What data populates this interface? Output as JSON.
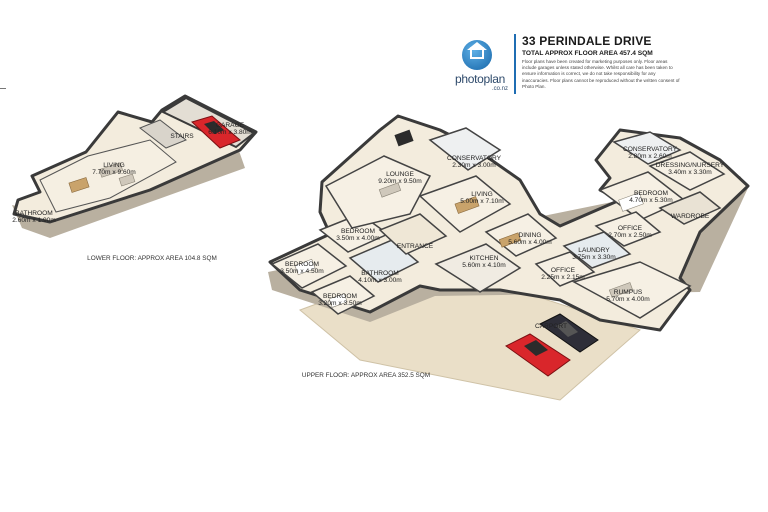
{
  "header": {
    "address": "33 PERINDALE DRIVE",
    "total_area": "TOTAL APPROX FLOOR AREA 457.4 SQM",
    "disclaimer": "Floor plans have been created for marketing purposes only. Floor areas include garages unless stated otherwise. Whilst all care has been taken to ensure information is correct, we do not take responsibility for any inaccuracies. Floor plans cannot be reproduced without the written consent of Photo Plan.",
    "brand": "photoplan",
    "brand_sub": ".co.nz",
    "logo_icon": "house-icon"
  },
  "colors": {
    "wall": "#3a3a3a",
    "floor": "#f3ecdd",
    "deck": "#e8dcc4",
    "accent": "#1f6db3"
  },
  "lower_floor": {
    "caption": "LOWER FLOOR: APPROX AREA 104.8 SQM",
    "rooms": [
      {
        "name": "GARAGE",
        "dims": "6.10m x 3.80m"
      },
      {
        "name": "STAIRS",
        "dims": ""
      },
      {
        "name": "LIVING",
        "dims": "7.70m x 9.60m"
      },
      {
        "name": "BATHROOM",
        "dims": "2.60m x 1.90m"
      }
    ]
  },
  "upper_floor": {
    "caption": "UPPER FLOOR: APPROX AREA 352.5 SQM",
    "rooms": [
      {
        "name": "LOUNGE",
        "dims": "9.20m x 9.50m"
      },
      {
        "name": "CONSERVATORY",
        "dims": "2.30m x 3.00m"
      },
      {
        "name": "LIVING",
        "dims": "5.00m x 7.10m"
      },
      {
        "name": "DINING",
        "dims": "5.60m x 4.00m"
      },
      {
        "name": "KITCHEN",
        "dims": "5.60m x 4.10m"
      },
      {
        "name": "ENTRANCE",
        "dims": ""
      },
      {
        "name": "BEDROOM",
        "dims": "3.50m x 4.00m"
      },
      {
        "name": "BEDROOM",
        "dims": "3.50m x 4.50m"
      },
      {
        "name": "BATHROOM",
        "dims": "4.10m x 3.00m"
      },
      {
        "name": "BEDROOM",
        "dims": "3.20m x 3.50m"
      },
      {
        "name": "CONSERVATORY",
        "dims": "2.80m x 2.60m"
      },
      {
        "name": "DRESSING/NURSERY",
        "dims": "3.40m x 3.30m"
      },
      {
        "name": "BEDROOM",
        "dims": "4.70m x 5.30m"
      },
      {
        "name": "WARDROBE",
        "dims": ""
      },
      {
        "name": "OFFICE",
        "dims": "2.70m x 2.50m"
      },
      {
        "name": "LAUNDRY",
        "dims": "3.75m x 3.30m"
      },
      {
        "name": "OFFICE",
        "dims": "2.25m x 2.15m"
      },
      {
        "name": "RUMPUS",
        "dims": "5.70m x 4.00m"
      },
      {
        "name": "CARPORT",
        "dims": ""
      }
    ]
  }
}
